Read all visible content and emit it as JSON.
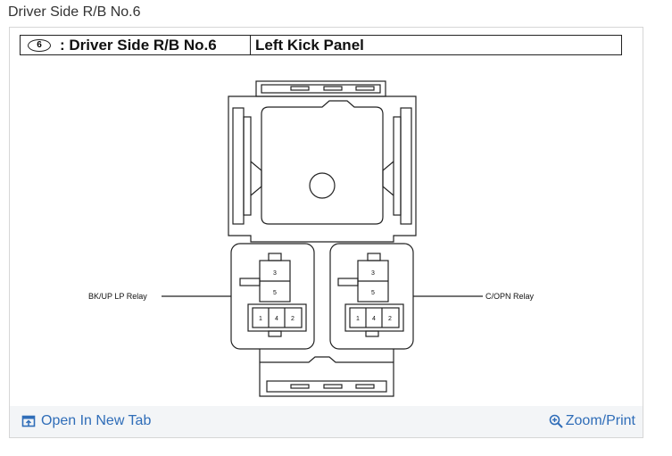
{
  "page": {
    "title": "Driver Side R/B No.6"
  },
  "header": {
    "id_badge": "6",
    "name": ": Driver Side R/B No.6",
    "location": "Left Kick Panel"
  },
  "diagram": {
    "left_relay": {
      "label": "BK/UP LP Relay",
      "pins_top": [
        "3",
        "5"
      ],
      "pins_bottom": [
        "1",
        "4",
        "2"
      ]
    },
    "right_relay": {
      "label": "C/OPN Relay",
      "pins_top": [
        "3",
        "5"
      ],
      "pins_bottom": [
        "1",
        "4",
        "2"
      ]
    }
  },
  "footer": {
    "open_tab": "Open In New Tab",
    "zoom": "Zoom/Print",
    "link_color": "#2f6db8"
  }
}
